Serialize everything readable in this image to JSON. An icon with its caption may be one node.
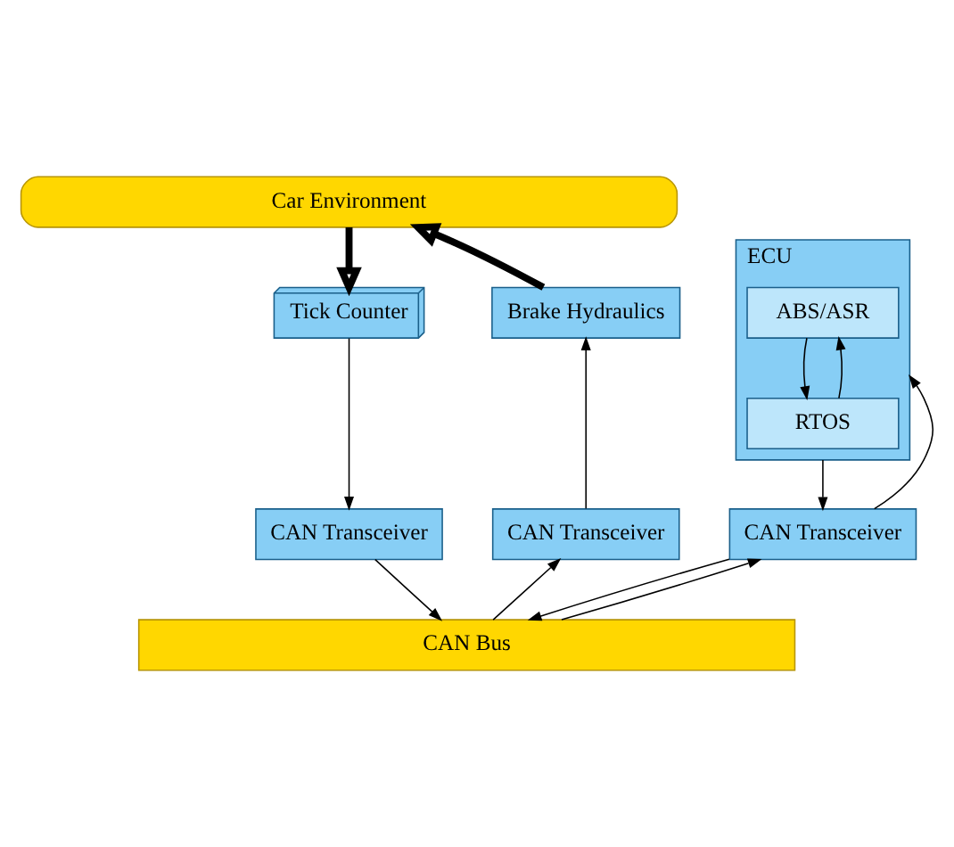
{
  "diagram": {
    "nodes": [
      {
        "text": [
          "Car Environment"
        ]
      },
      {
        "text": [
          "Tick Counter"
        ]
      },
      {
        "text": [
          "ECU"
        ]
      },
      {
        "text": [
          "ABS/ASR"
        ],
        "in": 2
      },
      {
        "text": [
          "RTOS"
        ],
        "in": 2
      },
      {
        "text": [
          "Brake Hydraulics"
        ]
      },
      {
        "text": [
          "CAN Transceiver"
        ]
      },
      {
        "text": [
          "CAN Transceiver"
        ]
      },
      {
        "text": [
          "CAN Transceiver"
        ]
      },
      {
        "text": [
          "CAN Bus"
        ]
      }
    ],
    "edges": [
      {
        "from": 0,
        "to": 1,
        "arrow": "to",
        "style": "thick"
      },
      {
        "from": 5,
        "to": 0,
        "arrow": "to",
        "style": "thick"
      },
      {
        "from": 3,
        "to": 4,
        "arrow": "to"
      },
      {
        "from": 4,
        "to": 3,
        "arrow": "to"
      },
      {
        "from": 1,
        "to": 6,
        "arrow": "to"
      },
      {
        "from": 2,
        "to": 7,
        "arrow": "to"
      },
      {
        "from": 7,
        "to": 2,
        "arrow": "to"
      },
      {
        "from": 8,
        "to": 5,
        "arrow": "to"
      },
      {
        "from": 6,
        "to": 9,
        "arrow": "to"
      },
      {
        "from": 7,
        "to": 9,
        "arrow": "to"
      },
      {
        "from": 9,
        "to": 7,
        "arrow": "to"
      },
      {
        "from": 9,
        "to": 8,
        "arrow": "to"
      }
    ]
  }
}
